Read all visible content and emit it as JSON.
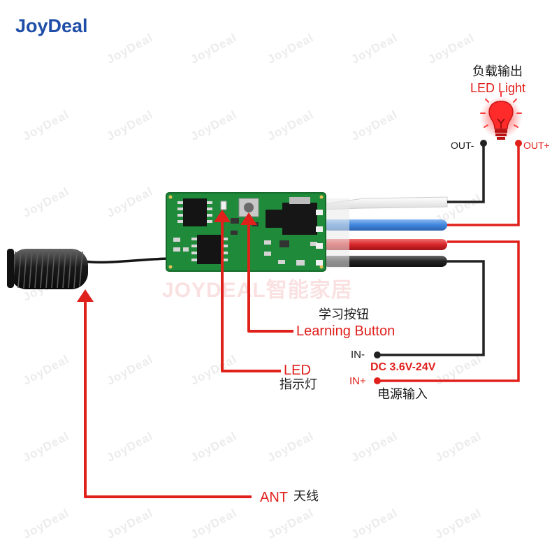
{
  "brand": {
    "name": "JoyDeal",
    "color": "#1f4ea8"
  },
  "watermark": {
    "text": "JoyDeal",
    "center_text": "JOYDEAL智能家居"
  },
  "load_output": {
    "label_cn": "负载输出",
    "label_en": "LED Light",
    "terminal_negative": "OUT-",
    "terminal_positive": "OUT+",
    "icon": "light-bulb-icon"
  },
  "learning_button": {
    "label_cn": "学习按钮",
    "label_en": "Learning Button"
  },
  "led_indicator": {
    "label_en": "LED",
    "label_cn": "指示灯"
  },
  "power_input": {
    "terminal_negative": "IN-",
    "terminal_positive": "IN+",
    "voltage": "DC 3.6V-24V",
    "label_cn": "电源输入"
  },
  "antenna": {
    "label_en": "ANT",
    "label_cn": "天线"
  },
  "colors": {
    "callout_red": "#e0201b",
    "wire_black": "#222222",
    "board_green": "#1f8a3a",
    "wire_blue": "#4a8fe0",
    "wire_red": "#d8262a"
  }
}
